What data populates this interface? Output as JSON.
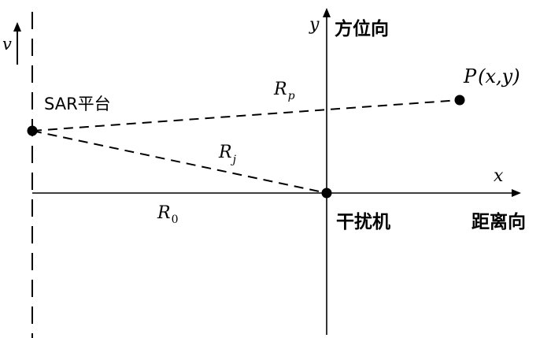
{
  "labels": {
    "velocity": "v",
    "y_axis": "y",
    "azimuth": "方位向",
    "sar_platform": "SAR平台",
    "r_p_main": "R",
    "r_p_sub": "p",
    "point": "P",
    "point_coords": "(x,y)",
    "r_j_main": "R",
    "r_j_sub": "j",
    "x_axis": "x",
    "r0_main": "R",
    "r0_sub": "0",
    "jammer": "干扰机",
    "range": "距离向"
  }
}
